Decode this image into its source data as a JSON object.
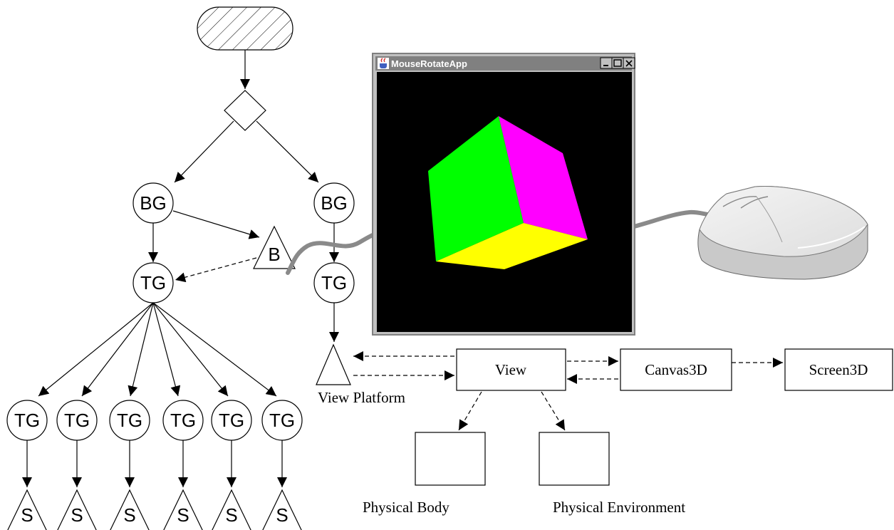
{
  "scene_graph": {
    "group_node_label": "BG",
    "transform_node_label": "TG",
    "behavior_node_label": "B",
    "shape_node_label": "S"
  },
  "view_branch": {
    "view_platform_label": "View Platform",
    "view_label": "View",
    "canvas_label": "Canvas3D",
    "screen_label": "Screen3D",
    "physical_body_label": "Physical Body",
    "physical_environment_label": "Physical Environment"
  },
  "app_window": {
    "title": "MouseRotateApp",
    "titlebar_color": "#808080",
    "canvas_color": "#000000",
    "cube_colors": {
      "left_face": "#00ff00",
      "right_face": "#ff00ff",
      "bottom_face": "#ffff00"
    },
    "window_icon": "java-cup-icon",
    "control_icons": [
      "minimize-icon",
      "maximize-icon",
      "close-icon"
    ]
  },
  "mouse": {
    "icon": "mouse-icon",
    "cable_color": "#808080"
  }
}
